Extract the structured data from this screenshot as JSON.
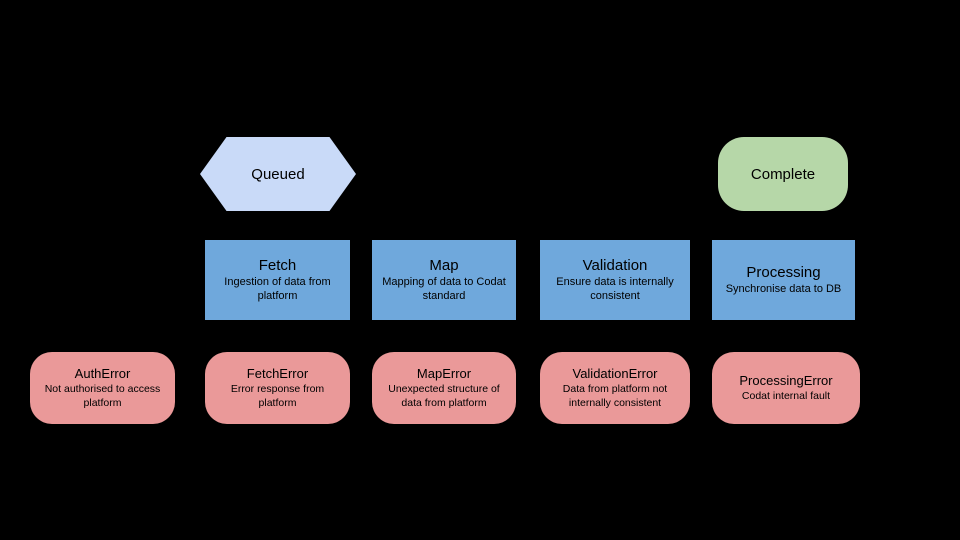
{
  "states": {
    "queued": {
      "label": "Queued"
    },
    "complete": {
      "label": "Complete"
    }
  },
  "stages": [
    {
      "title": "Fetch",
      "subtitle": "Ingestion of data from platform"
    },
    {
      "title": "Map",
      "subtitle": "Mapping of data to Codat standard"
    },
    {
      "title": "Validation",
      "subtitle": "Ensure data is internally consistent"
    },
    {
      "title": "Processing",
      "subtitle": "Synchronise data to DB"
    }
  ],
  "errors": [
    {
      "title": "AuthError",
      "subtitle": "Not authorised to access platform"
    },
    {
      "title": "FetchError",
      "subtitle": "Error response from platform"
    },
    {
      "title": "MapError",
      "subtitle": "Unexpected structure of data from platform"
    },
    {
      "title": "ValidationError",
      "subtitle": "Data from platform not internally consistent"
    },
    {
      "title": "ProcessingError",
      "subtitle": "Codat internal fault"
    }
  ],
  "colors": {
    "background": "#000000",
    "queued_fill": "#c9daf8",
    "complete_fill": "#b6d7a8",
    "stage_fill": "#6fa8dc",
    "error_fill": "#ea9999",
    "text": "#000000"
  }
}
